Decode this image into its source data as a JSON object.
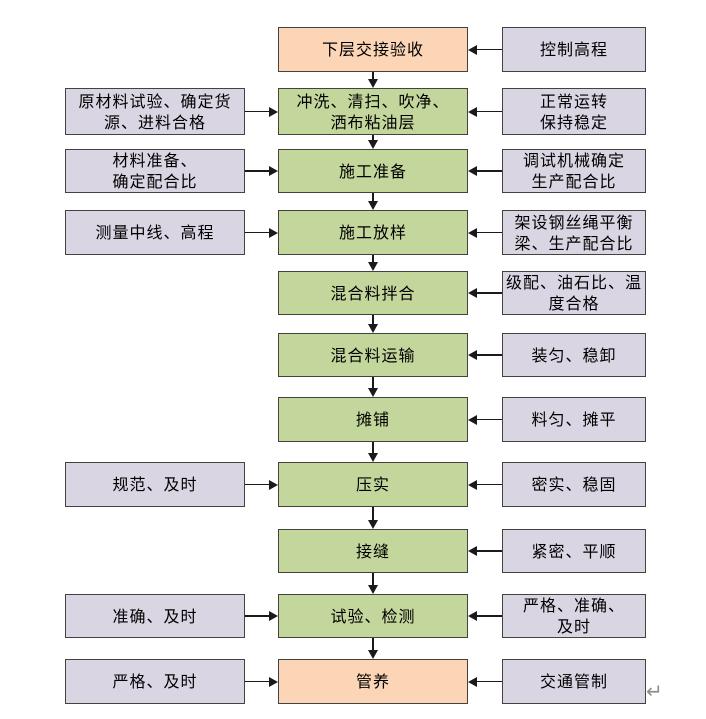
{
  "figure": {
    "colors": {
      "process_fill": "#C3D69B",
      "milestone_fill": "#FBD5B5",
      "side_fill": "#DAD5E2",
      "arrow": "#1a1a1a",
      "border": "#44423e"
    },
    "rows": [
      {
        "center": {
          "text": "下层交接验收",
          "kind": "milestone"
        },
        "left": null,
        "right": {
          "text": "控制高程"
        }
      },
      {
        "center": {
          "text": "冲洗、清扫、吹净、\n洒布粘油层",
          "kind": "process"
        },
        "left": {
          "text": "原材料试验、确定货\n源、进料合格"
        },
        "right": {
          "text": "正常运转\n保持稳定"
        }
      },
      {
        "center": {
          "text": "施工准备",
          "kind": "process"
        },
        "left": {
          "text": "材料准备、\n确定配合比"
        },
        "right": {
          "text": "调试机械确定\n生产配合比"
        }
      },
      {
        "center": {
          "text": "施工放样",
          "kind": "process"
        },
        "left": {
          "text": "测量中线、高程"
        },
        "right": {
          "text": "架设钢丝绳平衡\n梁、生产配合比"
        }
      },
      {
        "center": {
          "text": "混合料拌合",
          "kind": "process"
        },
        "left": null,
        "right": {
          "text": "级配、油石比、温\n度合格"
        }
      },
      {
        "center": {
          "text": "混合料运输",
          "kind": "process"
        },
        "left": null,
        "right": {
          "text": "装匀、稳卸"
        }
      },
      {
        "center": {
          "text": "摊铺",
          "kind": "process"
        },
        "left": null,
        "right": {
          "text": "料匀、摊平"
        }
      },
      {
        "center": {
          "text": "压实",
          "kind": "process"
        },
        "left": {
          "text": "规范、及时"
        },
        "right": {
          "text": "密实、稳固"
        }
      },
      {
        "center": {
          "text": "接缝",
          "kind": "process"
        },
        "left": null,
        "right": {
          "text": "紧密、平顺"
        }
      },
      {
        "center": {
          "text": "试验、检测",
          "kind": "process"
        },
        "left": {
          "text": "准确、及时"
        },
        "right": {
          "text": "严格、准确、\n及时"
        }
      },
      {
        "center": {
          "text": "管养",
          "kind": "milestone"
        },
        "left": {
          "text": "严格、及时"
        },
        "right": {
          "text": "交通管制"
        }
      }
    ],
    "return_mark": "↵"
  }
}
